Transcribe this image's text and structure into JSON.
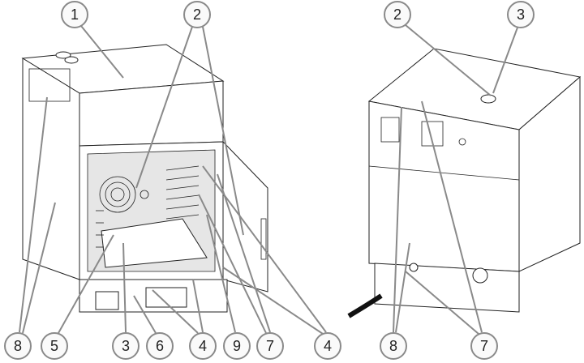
{
  "callouts": {
    "left_top": [
      "1",
      "2"
    ],
    "right_top": [
      "2",
      "3"
    ],
    "left_bottom": [
      "8",
      "5",
      "3",
      "6",
      "4",
      "9",
      "7",
      "4"
    ],
    "right_bottom": [
      "8",
      "7"
    ]
  }
}
